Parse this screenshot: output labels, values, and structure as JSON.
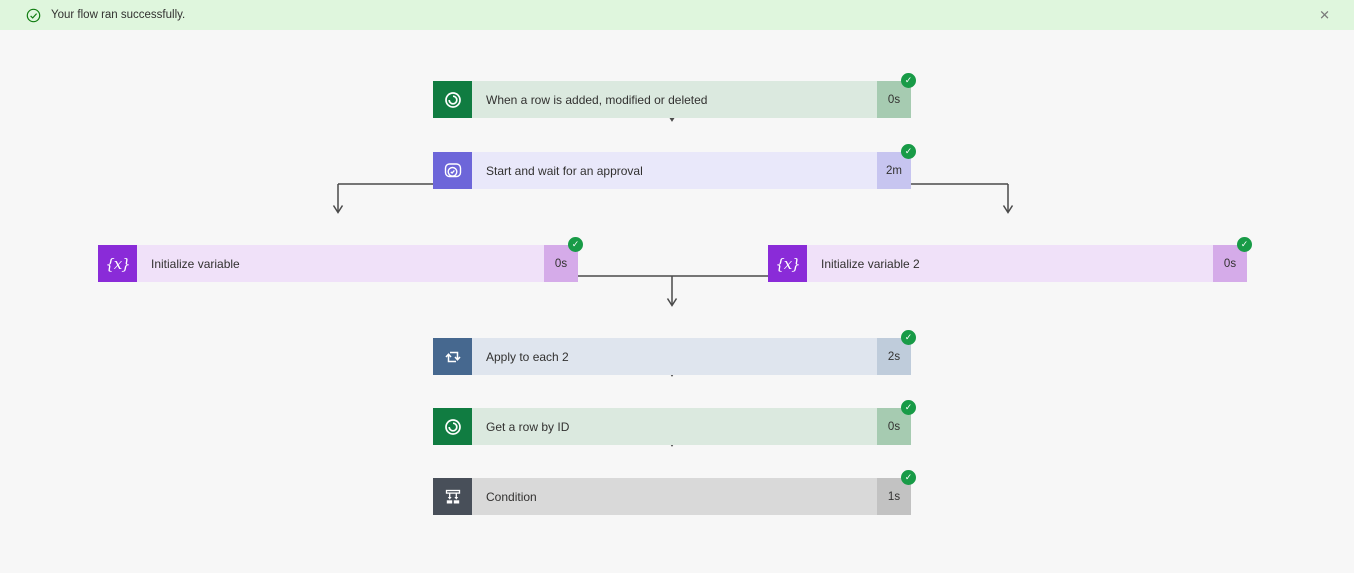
{
  "banner": {
    "message": "Your flow ran successfully.",
    "bg_color": "#dff6dd",
    "icon_color": "#107c10",
    "close_glyph": "✕"
  },
  "status": {
    "check_glyph": "✓",
    "succeeded_color": "#189b47"
  },
  "connector_color": "#4a4a4a",
  "glyphs": {
    "variable": "{x}"
  },
  "nodes": [
    {
      "label": "When a row is added, modified or deleted",
      "duration": "0s",
      "icon": "dataverse-icon",
      "icon_bg": "#107c41",
      "body_bg": "#dbe9df",
      "badge_bg": "#a6cbb1",
      "status": "succeeded"
    },
    {
      "label": "Start and wait for an approval",
      "duration": "2m",
      "icon": "approvals-icon",
      "icon_bg": "#6d66d9",
      "body_bg": "#e9e8fa",
      "badge_bg": "#c7c5f0",
      "status": "succeeded"
    },
    {
      "label": "Initialize variable",
      "duration": "0s",
      "icon": "variable-icon",
      "icon_bg": "#8a2bd8",
      "body_bg": "#f0e1f9",
      "badge_bg": "#d5abe9",
      "status": "succeeded"
    },
    {
      "label": "Initialize variable 2",
      "duration": "0s",
      "icon": "variable-icon",
      "icon_bg": "#8a2bd8",
      "body_bg": "#f0e1f9",
      "badge_bg": "#d5abe9",
      "status": "succeeded"
    },
    {
      "label": "Apply to each 2",
      "duration": "2s",
      "icon": "apply-to-each-icon",
      "icon_bg": "#46688f",
      "body_bg": "#dfe5ee",
      "badge_bg": "#bfccdb",
      "status": "succeeded"
    },
    {
      "label": "Get a row by ID",
      "duration": "0s",
      "icon": "dataverse-icon",
      "icon_bg": "#107c41",
      "body_bg": "#dbe9df",
      "badge_bg": "#a6cbb1",
      "status": "succeeded"
    },
    {
      "label": "Condition",
      "duration": "1s",
      "icon": "condition-icon",
      "icon_bg": "#484f59",
      "body_bg": "#d9d9d9",
      "badge_bg": "#c2c2c2",
      "status": "succeeded"
    }
  ]
}
